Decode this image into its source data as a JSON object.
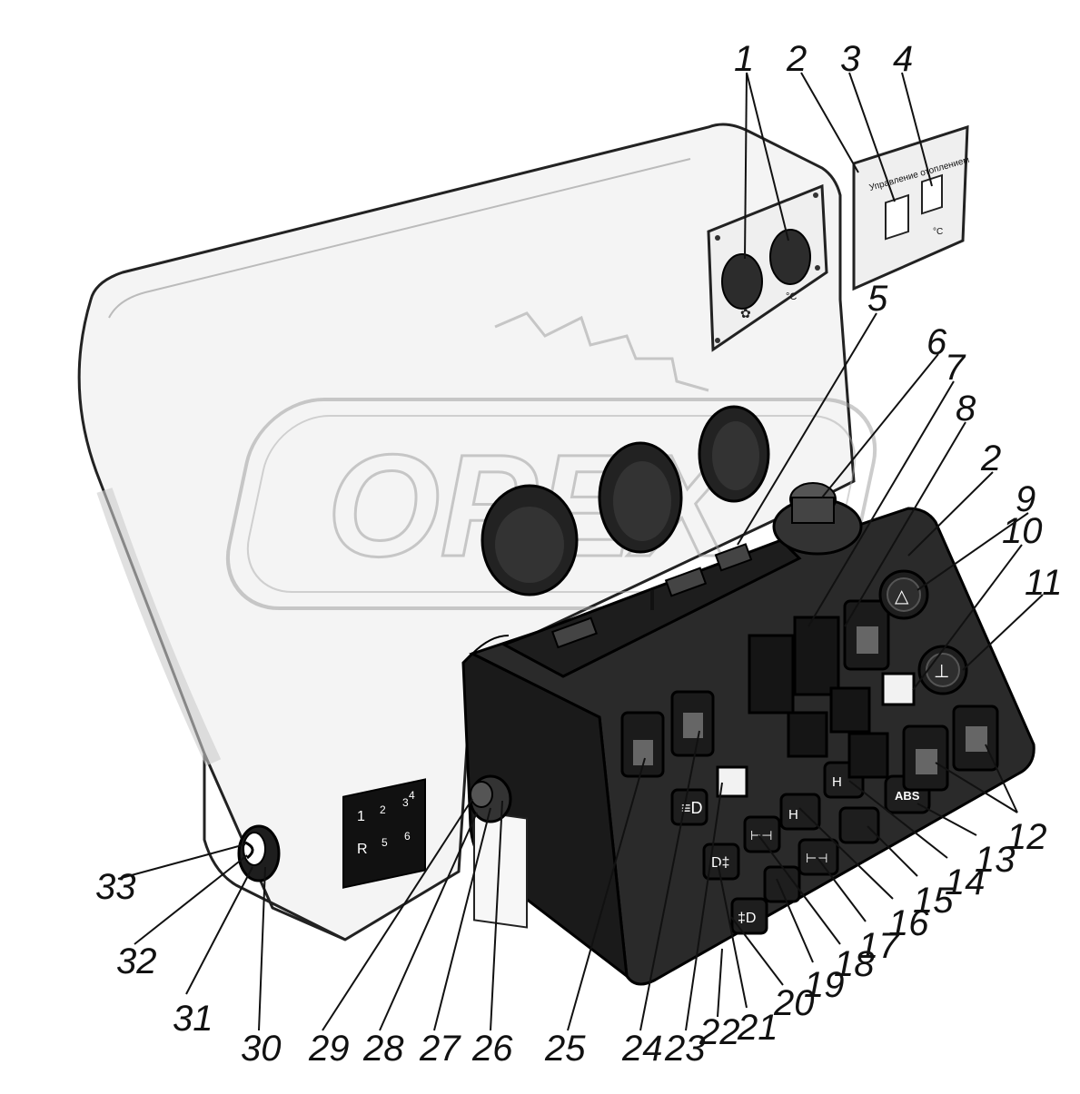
{
  "heater_panel": {
    "title": "Управление отоплением",
    "unit": "°C"
  },
  "watermark": {
    "text": "ОРЕХ"
  },
  "gearbox_symbols": [
    "1",
    "2",
    "3",
    "4",
    "R",
    "5",
    "6"
  ],
  "abs_button": {
    "label": "ABS"
  },
  "callouts": [
    "1",
    "2",
    "3",
    "4",
    "5",
    "6",
    "7",
    "8",
    "2",
    "9",
    "10",
    "11",
    "12",
    "13",
    "14",
    "15",
    "16",
    "17",
    "18",
    "19",
    "20",
    "21",
    "22",
    "23",
    "24",
    "25",
    "26",
    "27",
    "28",
    "29",
    "30",
    "31",
    "32",
    "33"
  ],
  "colors": {
    "console": "#1f1f1f",
    "housing": "#f2f2f2",
    "outline": "#111111",
    "button_face": "#2b2b2b"
  }
}
